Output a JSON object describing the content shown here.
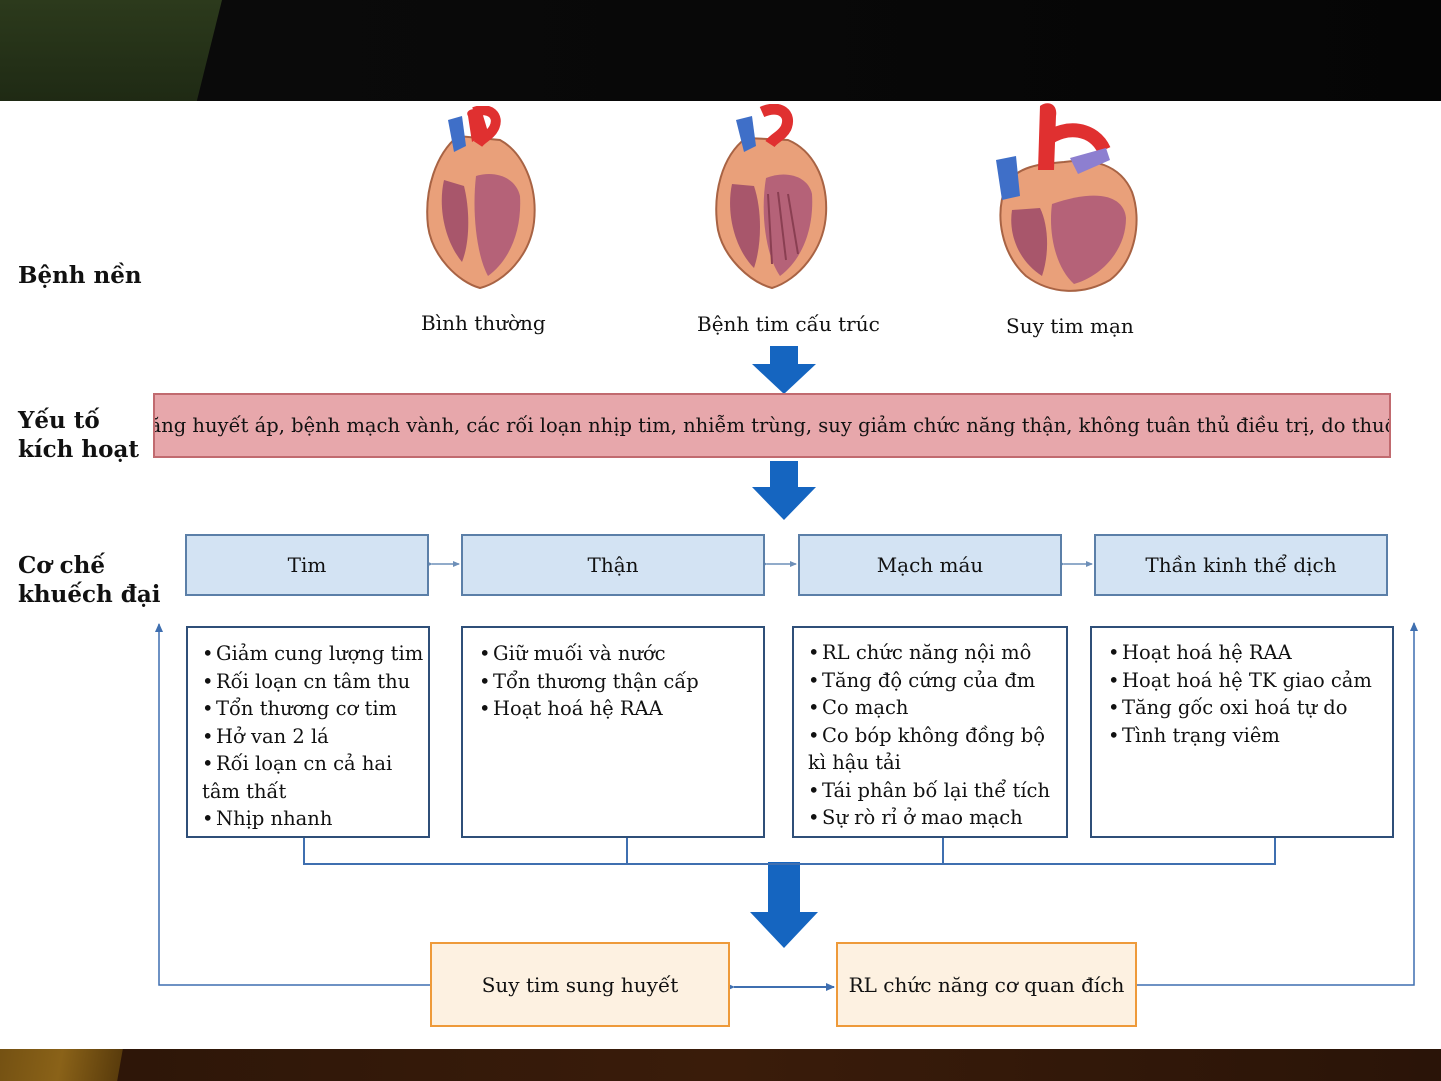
{
  "row_labels": {
    "underlying": "Bệnh nền",
    "trigger": "Yếu tố\nkích hoạt",
    "amplifier": "Cơ chế\nkhuếch đại"
  },
  "hearts": [
    {
      "caption": "Bình thường",
      "icon": "normal-heart-icon"
    },
    {
      "caption": "Bệnh tim cấu trúc",
      "icon": "structural-disease-heart-icon"
    },
    {
      "caption": "Suy tim mạn",
      "icon": "chronic-heart-failure-heart-icon"
    }
  ],
  "trigger_text": "Tăng huyết áp, bệnh mạch vành, các rối loạn nhịp tim, nhiễm trùng, suy giảm chức năng thận, không tuân thủ điều trị, do thuốc",
  "mechanisms": [
    {
      "title": "Tim",
      "items": [
        "Giảm cung lượng tim",
        "Rối loạn cn tâm thu",
        "Tổn thương cơ tim",
        "Hở van 2 lá",
        "Rối loạn cn cả hai tâm thất",
        "Nhịp nhanh"
      ]
    },
    {
      "title": "Thận",
      "items": [
        "Giữ muối và nước",
        "Tổn thương thận cấp",
        "Hoạt hoá hệ RAA"
      ]
    },
    {
      "title": "Mạch máu",
      "items": [
        "RL chức năng nội mô",
        "Tăng độ cứng của đm",
        "Co mạch",
        "Co bóp không đồng bộ kì hậu tải",
        "Tái phân bố lại thể tích",
        "Sự rò rỉ ở mao mạch"
      ]
    },
    {
      "title": "Thần kinh thể dịch",
      "items": [
        "Hoạt hoá hệ RAA",
        "Hoạt hoá hệ TK giao cảm",
        "Tăng gốc oxi hoá tự do",
        "Tình trạng viêm"
      ]
    }
  ],
  "outcomes": {
    "left": "Suy tim sung huyết",
    "right": "RL chức năng cơ quan đích"
  },
  "colors": {
    "trigger_fill": "#e7a7ab",
    "trigger_border": "#c16a6f",
    "mech_fill": "#d3e3f3",
    "mech_border": "#5b7fa8",
    "outcome_fill": "#fdf1e1",
    "outcome_border": "#ee9a3a",
    "big_arrow": "#1565c0",
    "connector": "#3f6fb0"
  }
}
